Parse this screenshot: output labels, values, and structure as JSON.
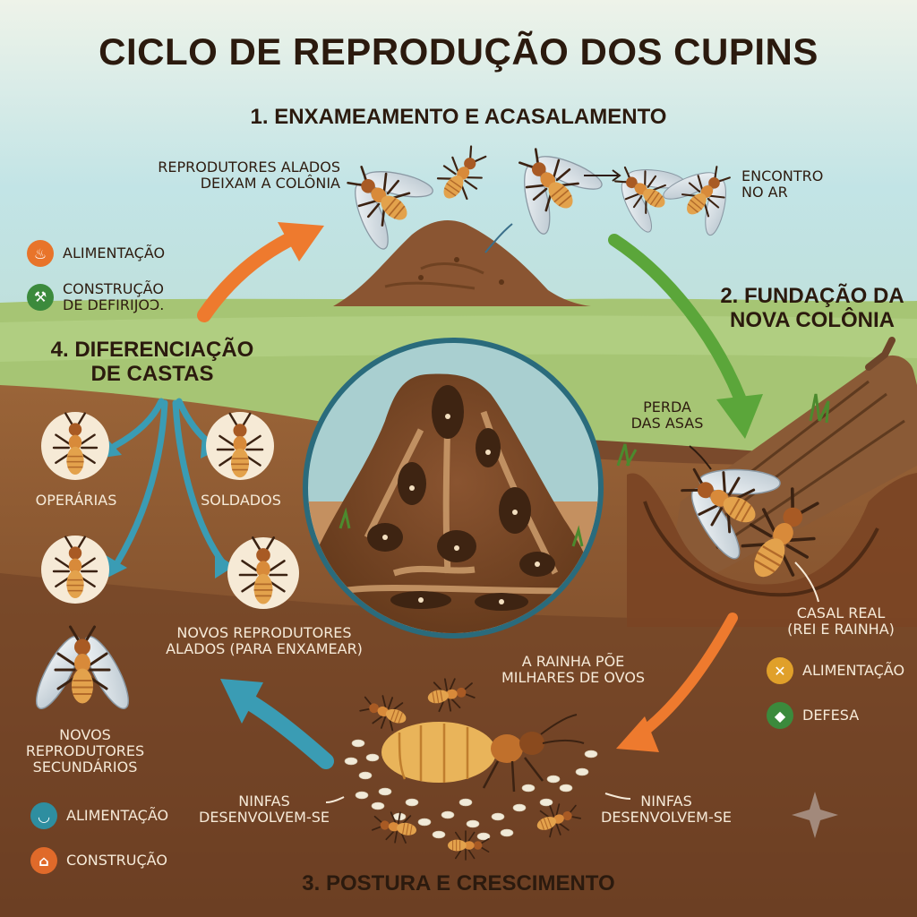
{
  "title": "CICLO DE REPRODUÇÃO DOS CUPINS",
  "steps": {
    "s1": "1. ENXAMEAMENTO E ACASALAMENTO",
    "s2_line1": "2. FUNDAÇÃO DA",
    "s2_line2": "NOVA COLÔNIA",
    "s3": "3. POSTURA E CRESCIMENTO",
    "s4_line1": "4. DIFERENCIAÇÃO",
    "s4_line2": "DE CASTAS"
  },
  "labels": {
    "reprodutores_1": "REPRODUTORES ALADOS",
    "reprodutores_2": "DEIXAM A COLÔNIA",
    "encontro_1": "ENCONTRO",
    "encontro_2": "NO AR",
    "perda_1": "PERDA",
    "perda_2": "DAS ASAS",
    "casal_1": "CASAL REAL",
    "casal_2": "(REI E RAINHA)",
    "rainha_1": "A RAINHA PÕE",
    "rainha_2": "MILHARES DE OVOS",
    "ninfas_l1": "NINFAS",
    "ninfas_l2": "DESENVOLVEM-SE",
    "ninfas_r1": "NINFAS",
    "ninfas_r2": "DESENVOLVEM-SE",
    "novos_alados_1": "NOVOS REPRODUTORES",
    "novos_alados_2": "ALADOS (PARA ENXAMEAR)",
    "operarias": "OPERÁRIAS",
    "soldados": "SOLDADOS",
    "novos_sec_1": "NOVOS",
    "novos_sec_2": "REPRODUTORES",
    "novos_sec_3": "SECUNDÁRIOS"
  },
  "legends": {
    "top": [
      {
        "icon": "bowl-icon",
        "symbol": "♨",
        "color": "#e8742a",
        "line1": "ALIMENTAÇÃO",
        "line2": ""
      },
      {
        "icon": "hammer-icon",
        "symbol": "⚒",
        "color": "#3b8a3c",
        "line1": "CONSTRUÇÃO",
        "line2": "DE DEFIRIJOƆ."
      }
    ],
    "right": [
      {
        "icon": "fork-knife-icon",
        "symbol": "✕",
        "color": "#e0a02a",
        "line1": "ALIMENTAÇÃO"
      },
      {
        "icon": "shield-icon",
        "symbol": "◆",
        "color": "#3b8a3c",
        "line1": "DEFESA"
      }
    ],
    "bottom": [
      {
        "icon": "bowl-icon",
        "symbol": "◡",
        "color": "#2e8ea0",
        "line1": "ALIMENTAÇÃO"
      },
      {
        "icon": "house-icon",
        "symbol": "⌂",
        "color": "#e06a2a",
        "line1": "CONSTRUÇÃO"
      }
    ]
  },
  "colors": {
    "sky": "#bfe3e6",
    "grass": "#a8c878",
    "soil": "#7a4a2c",
    "arrow_orange": "#ee7a2e",
    "arrow_green": "#5ba63a",
    "arrow_teal": "#3a9cb4",
    "termite": "#e0a048"
  }
}
